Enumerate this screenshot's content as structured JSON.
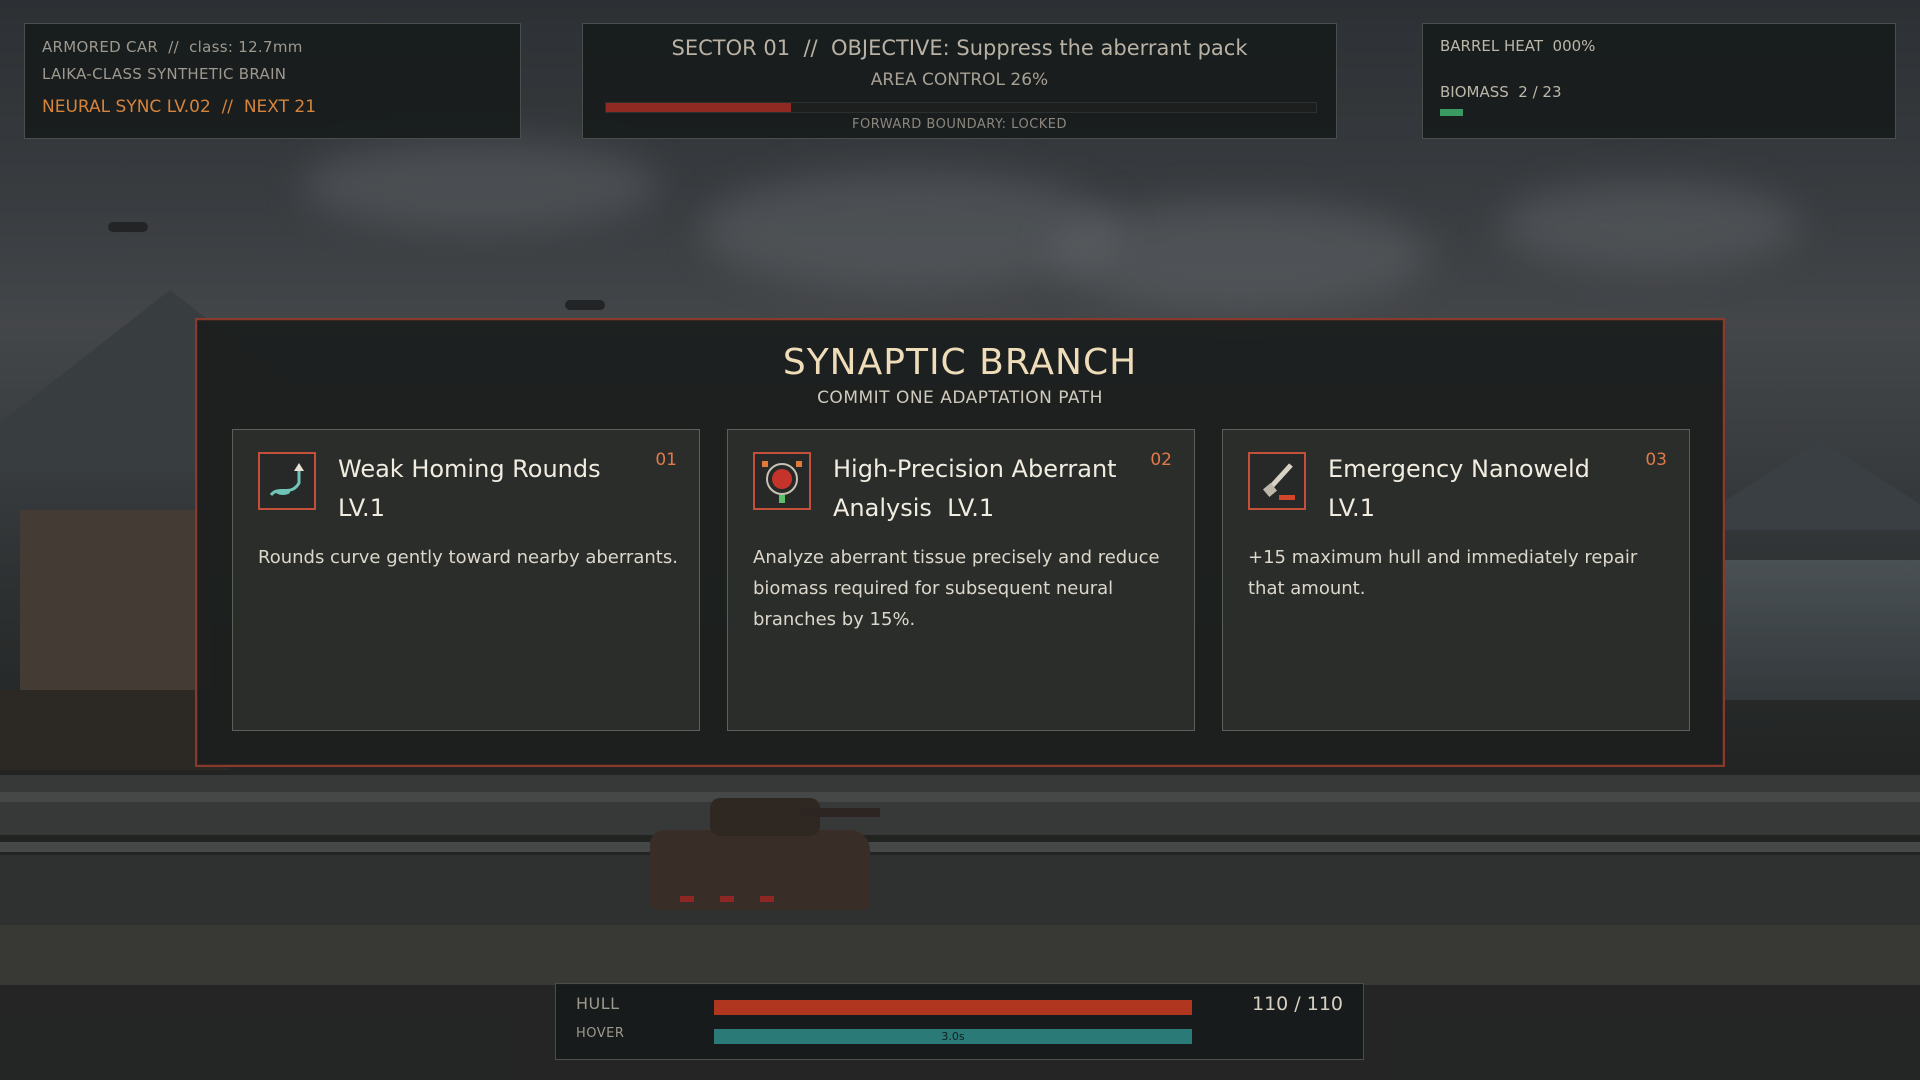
{
  "hud": {
    "vehicle_line": "ARMORED CAR  //  class: 12.7mm",
    "brain_line": "LAIKA-CLASS SYNTHETIC BRAIN",
    "sync_line": "NEURAL SYNC LV.02  //  NEXT 21",
    "objective_line": "SECTOR 01  //  OBJECTIVE: Suppress the aberrant pack",
    "area_control_label": "AREA CONTROL 26%",
    "area_control_fraction": 0.26,
    "forward_boundary": "FORWARD BOUNDARY: LOCKED",
    "barrel_heat": "BARREL HEAT  000%",
    "biomass": "BIOMASS  2 / 23",
    "biomass_fraction": 0.087
  },
  "modal": {
    "title": "SYNAPTIC BRANCH",
    "subtitle": "COMMIT ONE ADAPTATION PATH",
    "cards": [
      {
        "name": "Weak Homing Rounds  LV.1",
        "number": "01",
        "description": "Rounds curve gently toward nearby aberrants.",
        "icon": "homing-rounds-icon"
      },
      {
        "name": "High-Precision Aberrant Analysis  LV.1",
        "number": "02",
        "description": "Analyze aberrant tissue precisely and reduce biomass required for subsequent neural branches by 15%.",
        "icon": "aberrant-analysis-icon"
      },
      {
        "name": "Emergency Nanoweld  LV.1",
        "number": "03",
        "description": "+15 maximum hull and immediately repair that amount.",
        "icon": "nanoweld-icon"
      }
    ]
  },
  "status": {
    "hull_label": "HULL",
    "hull_value": "110 / 110",
    "hull_fraction": 1.0,
    "hover_label": "HOVER",
    "hover_text": "3.0s",
    "hover_fraction": 1.0
  },
  "colors": {
    "accent_orange": "#d6843c",
    "modal_border": "#8a3a2c",
    "hull_red": "#b0361f",
    "hover_teal": "#2a7b78",
    "biomass_green": "#3a9a62"
  }
}
